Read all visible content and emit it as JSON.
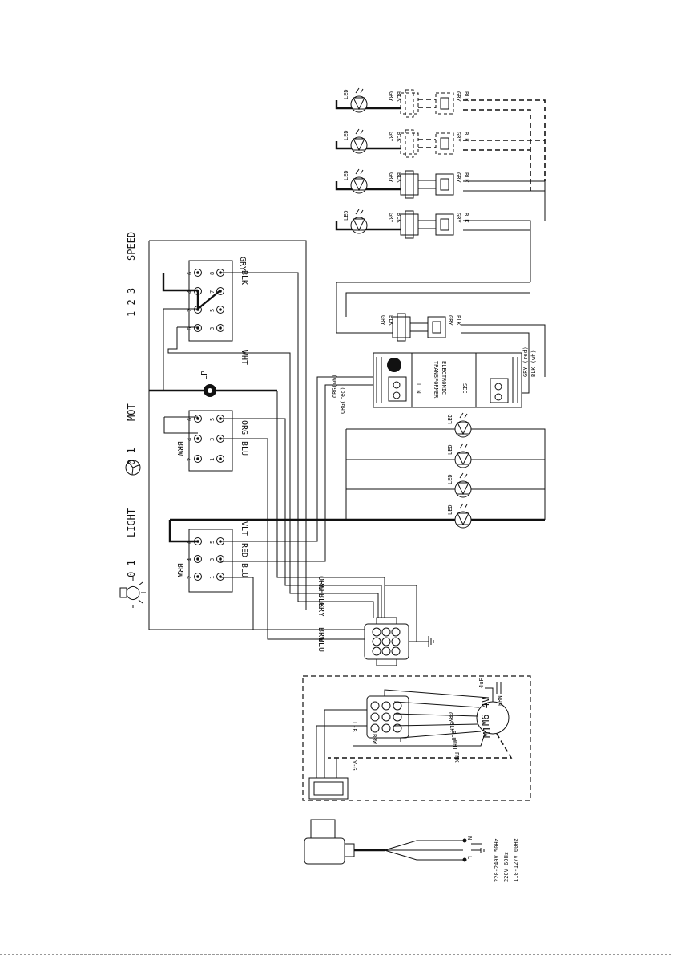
{
  "switches": {
    "speed": {
      "positions": "1 2 3",
      "title": "SPEED",
      "term_labels": [
        "6",
        "8",
        "4",
        "7",
        "2",
        "5",
        "6",
        "3",
        "1"
      ]
    },
    "motor": {
      "positions": "0 1",
      "title": "MOT",
      "term_labels": [
        "6",
        "5",
        "4",
        "3",
        "2",
        "1"
      ]
    },
    "light": {
      "positions": "0 1",
      "title": "LIGHT",
      "term_labels": [
        "6",
        "5",
        "4",
        "3",
        "2",
        "1"
      ]
    }
  },
  "lamp_label": "LP",
  "wire_labels": {
    "gry_top": "GRY",
    "blk": "BLK",
    "wht": "WHT",
    "org": "ORG",
    "blu_mot": "BLU",
    "brw_mot": "BRW",
    "vlt": "VLT",
    "red": "RED",
    "blu_light": "BLU",
    "brw_light": "BRW",
    "bus": [
      "ORG",
      "WHT",
      "BLK",
      "GRY"
    ],
    "brw_bottom": "BRW",
    "blu_bottom": "BLU"
  },
  "transformer": {
    "title_line1": "ELECTRONIC",
    "title_line2": "TRANSFORMER",
    "pri": "L  N",
    "sec": "SEC",
    "org_wh": "ORG(wh)",
    "org_red": "ORG(red)",
    "gry_red": "GRY (red)",
    "blk_wh": "BLK (wh)"
  },
  "connector_labels": {
    "gry": "GRY",
    "blk": "BLK"
  },
  "led_label": "LED",
  "motor": {
    "name": "M1",
    "model": "M6-4V",
    "cap": "4uF",
    "brn": "BRN",
    "wires": [
      "GRY",
      "BLK",
      "BLU",
      "WHT",
      "PNK"
    ],
    "lb": "L-B",
    "brw": "BRW",
    "yg": "Y-G"
  },
  "supply": {
    "n": "N",
    "l": "L",
    "ratings": [
      "220-240V 50Hz",
      "220V 60Hz",
      "110-127V 60Hz"
    ]
  }
}
